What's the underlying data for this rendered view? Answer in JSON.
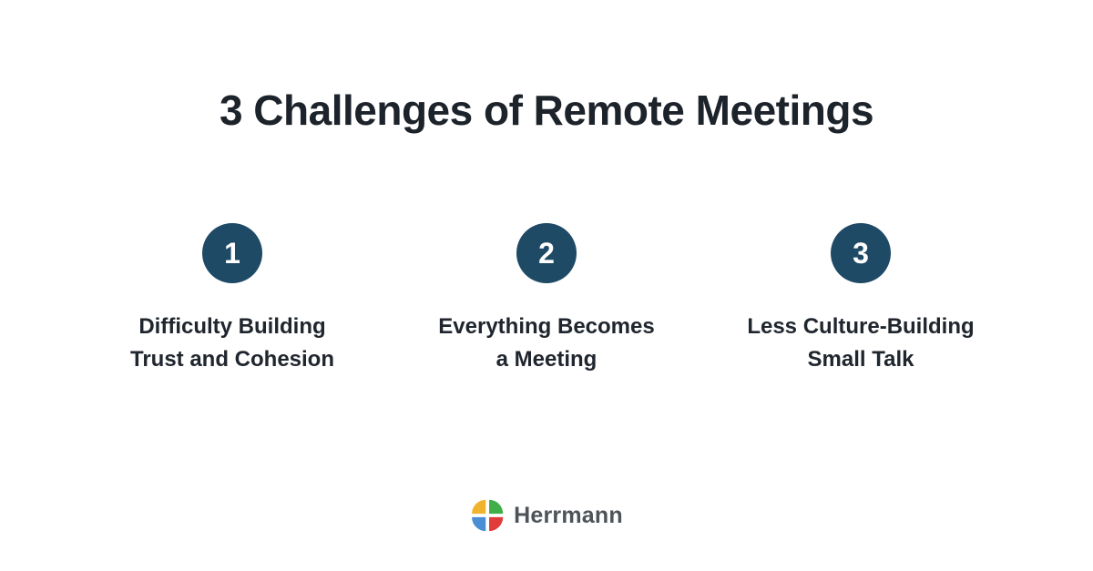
{
  "title": "3 Challenges of Remote Meetings",
  "challenges": [
    {
      "number": "1",
      "label_line1": "Difficulty Building",
      "label_line2": "Trust and Cohesion"
    },
    {
      "number": "2",
      "label_line1": "Everything Becomes",
      "label_line2": "a Meeting"
    },
    {
      "number": "3",
      "label_line1": "Less Culture-Building",
      "label_line2": "Small Talk"
    }
  ],
  "footer": {
    "brand": "Herrmann",
    "logo_icon": "herrmann-quadrant-icon"
  },
  "colors": {
    "background": "#ffffff",
    "circle": "#1e4a66",
    "title_text": "#1d232b",
    "label_text": "#20262e",
    "brand_text": "#4d5358",
    "logo_yellow": "#f0b32e",
    "logo_green": "#3fae49",
    "logo_red": "#e23b3b",
    "logo_blue": "#4a8fd3"
  }
}
